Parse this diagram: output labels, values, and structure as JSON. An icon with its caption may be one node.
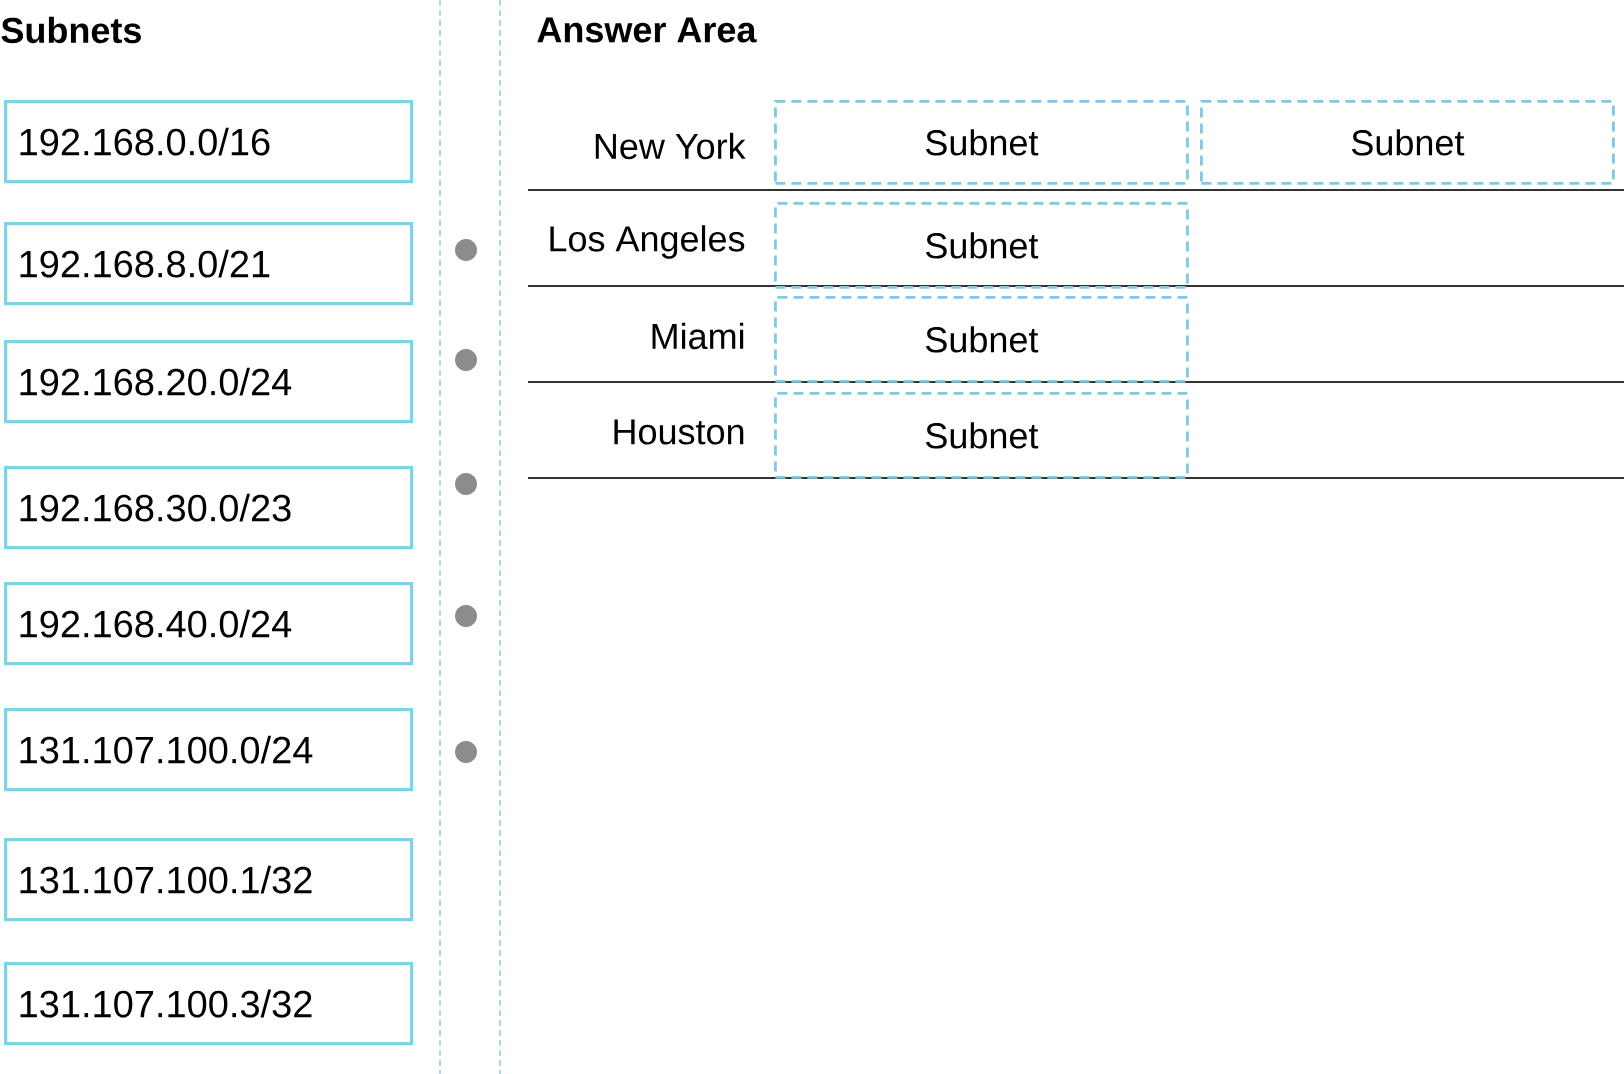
{
  "diagram": {
    "nodes": [
      {
        "text": [
          "192.168.0.0/16"
        ]
      },
      {
        "text": [
          "192.168.8.0/21"
        ]
      },
      {
        "text": [
          "192.168.20.0/24"
        ]
      },
      {
        "text": [
          "192.168.30.0/23"
        ]
      },
      {
        "text": [
          "192.168.40.0/24"
        ]
      },
      {
        "text": [
          "131.107.100.0/24"
        ]
      },
      {
        "text": [
          "131.107.100.1/32"
        ]
      },
      {
        "text": [
          "131.107.100.3/32"
        ]
      },
      {
        "text": [
          "Subnet"
        ]
      },
      {
        "text": [
          "Subnet"
        ]
      },
      {
        "text": [
          "Subnet"
        ]
      },
      {
        "text": [
          "Subnet"
        ]
      },
      {
        "text": [
          "Subnet"
        ]
      }
    ],
    "labels": [
      "Subnets",
      "Answer Area",
      "New York",
      "Los Angeles",
      "Miami",
      "Houston"
    ]
  }
}
